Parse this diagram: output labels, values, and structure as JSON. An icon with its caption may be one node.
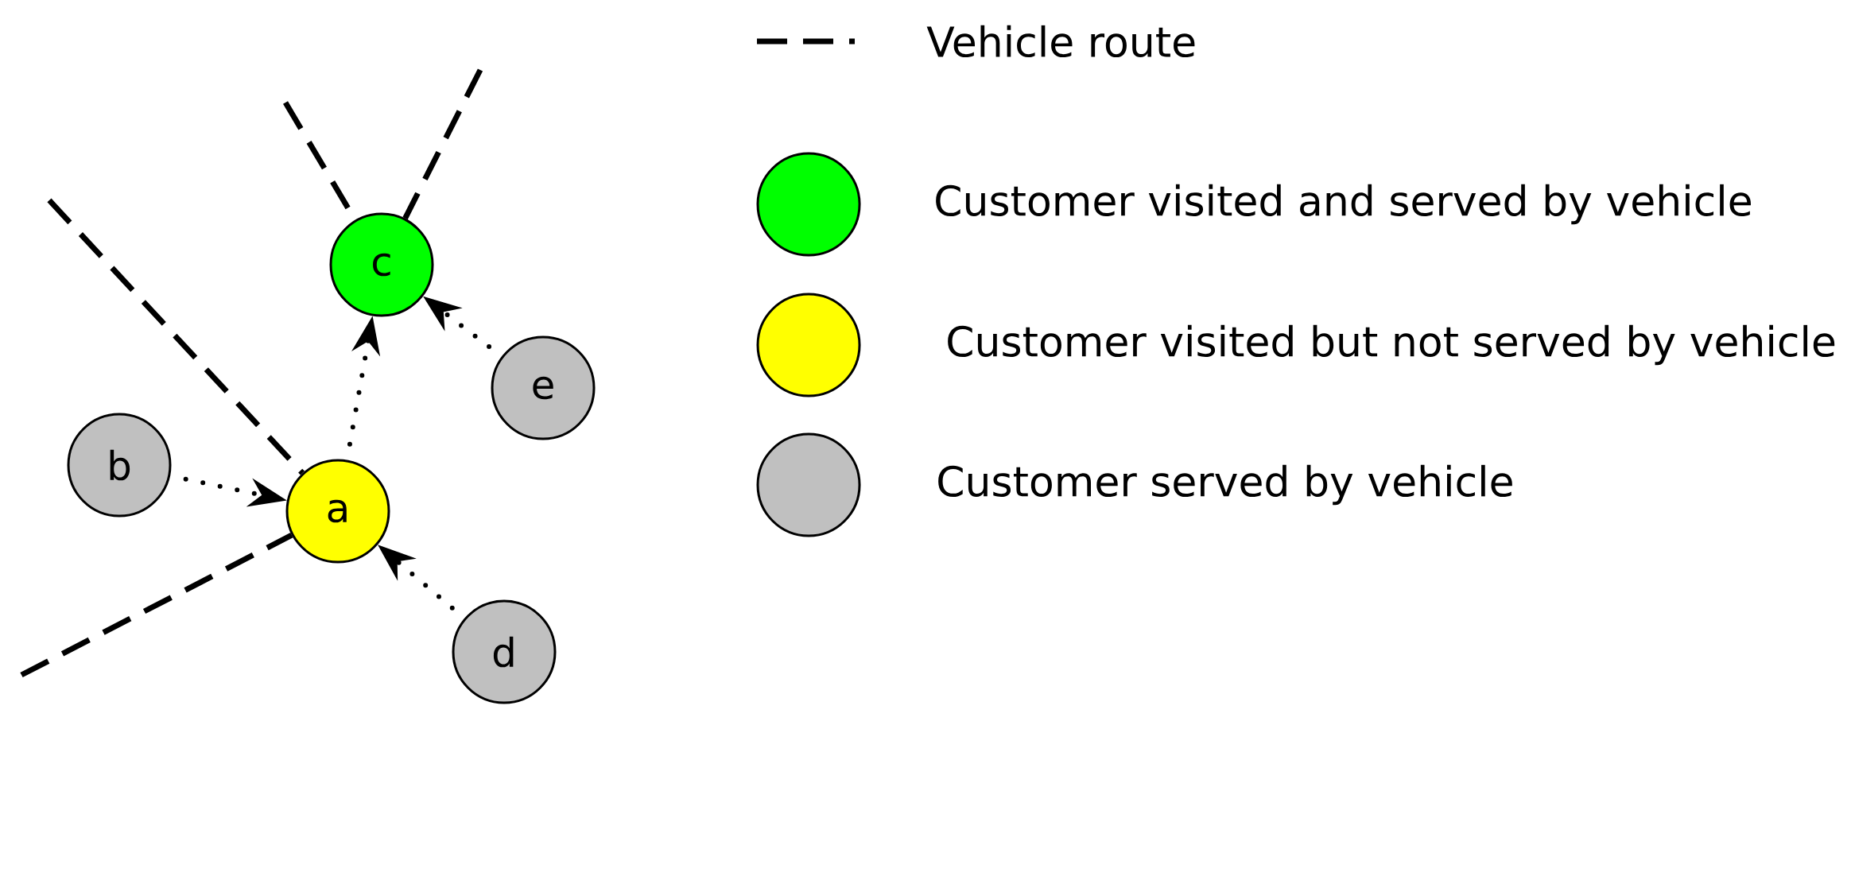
{
  "diagram": {
    "nodes": [
      {
        "text": [
          "c"
        ]
      },
      {
        "text": [
          "e"
        ]
      },
      {
        "text": [
          "b"
        ]
      },
      {
        "text": [
          "a"
        ]
      },
      {
        "text": [
          "d"
        ]
      }
    ],
    "edges": [
      {
        "from": null,
        "to": 3,
        "arrow": "none",
        "style": "dashed"
      },
      {
        "from": null,
        "to": 3,
        "arrow": "none",
        "style": "dashed"
      },
      {
        "from": null,
        "to": 0,
        "arrow": "none",
        "style": "dashed"
      },
      {
        "from": null,
        "to": 0,
        "arrow": "none",
        "style": "dashed"
      },
      {
        "from": 2,
        "to": 3,
        "arrow": "to"
      },
      {
        "from": 4,
        "to": 3,
        "arrow": "to"
      },
      {
        "from": 3,
        "to": 0,
        "arrow": "to"
      },
      {
        "from": 1,
        "to": 0,
        "arrow": "to"
      }
    ],
    "legend": [
      {
        "text": "Vehicle route"
      },
      {
        "text": "Customer visited and served by vehicle",
        "color": "#00ff00"
      },
      {
        "text": "Customer visited but not served by vehicle",
        "color": "#ffff00"
      },
      {
        "text": "Customer served by vehicle",
        "color": "#c0c0c0"
      }
    ]
  }
}
